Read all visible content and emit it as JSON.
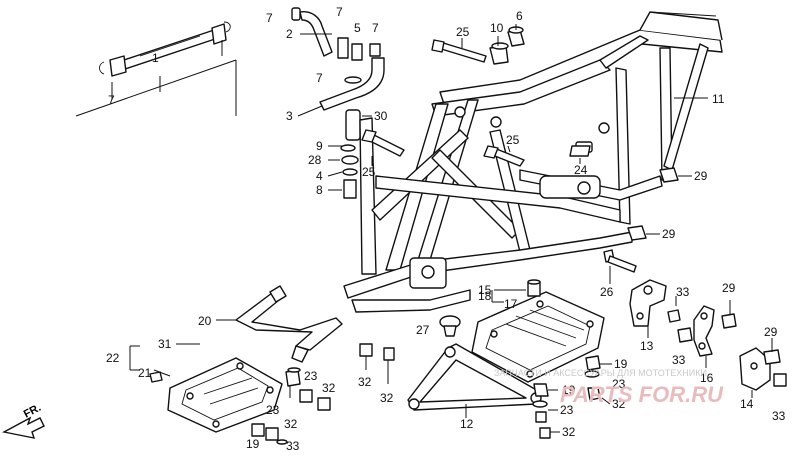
{
  "diagram": {
    "callouts": [
      "1",
      "2",
      "3",
      "4",
      "5",
      "6",
      "7",
      "7",
      "7",
      "7",
      "7",
      "8",
      "9",
      "10",
      "11",
      "12",
      "13",
      "14",
      "15",
      "16",
      "17",
      "18",
      "19",
      "19",
      "19",
      "20",
      "21",
      "22",
      "23",
      "23",
      "23",
      "23",
      "24",
      "25",
      "25",
      "25",
      "26",
      "27",
      "28",
      "29",
      "29",
      "29",
      "29",
      "30",
      "31",
      "32",
      "32",
      "32",
      "32",
      "32",
      "32",
      "33",
      "33",
      "33",
      "33"
    ],
    "fr_label": "FR.",
    "watermark_text": "ЗАПЧАСТИ И АКСЕССУАРЫ ДЛЯ МОТОТЕХНИКИ",
    "watermark_logo": "PARTS FOR.RU"
  }
}
